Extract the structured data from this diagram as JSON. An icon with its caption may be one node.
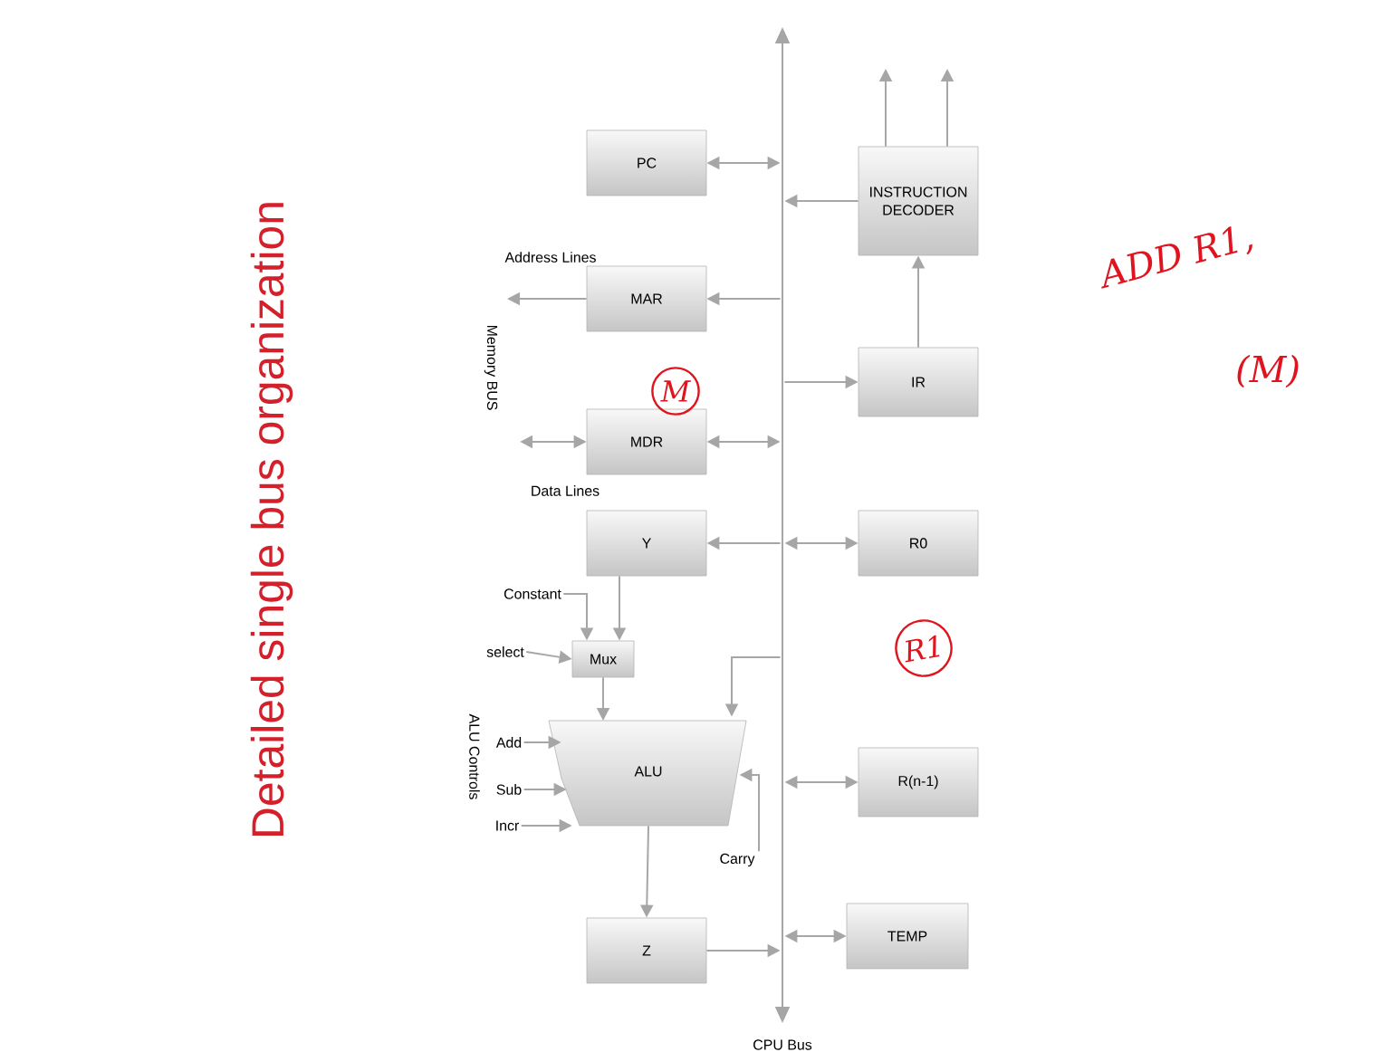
{
  "diagram": {
    "title": "Detailed single bus organization",
    "nodes": [
      {
        "text": [
          "PC"
        ]
      },
      {
        "text": [
          "INSTRUCTION DECODER"
        ]
      },
      {
        "text": [
          "MAR"
        ]
      },
      {
        "text": [
          "IR"
        ]
      },
      {
        "text": [
          "MDR"
        ]
      },
      {
        "text": [
          "Y"
        ]
      },
      {
        "text": [
          "R0"
        ]
      },
      {
        "text": [
          "Mux"
        ]
      },
      {
        "text": [
          "ALU"
        ]
      },
      {
        "text": [
          "R(n-1)"
        ]
      },
      {
        "text": [
          "Z"
        ]
      },
      {
        "text": [
          "TEMP"
        ]
      },
      {
        "text": [],
        "shape": "bar",
        "beside": [
          "CPU Bus"
        ]
      },
      {
        "text": [
          "Constant"
        ]
      },
      {
        "text": [
          "select"
        ]
      },
      {
        "text": [
          "Add"
        ]
      },
      {
        "text": [
          "Sub"
        ]
      },
      {
        "text": [
          "Incr"
        ]
      },
      {
        "text": [
          "Carry"
        ]
      }
    ],
    "edges": [
      {
        "from": 0,
        "to": 12,
        "arrow": "both"
      },
      {
        "from": 1,
        "to": 12,
        "arrow": "to"
      },
      {
        "from": 12,
        "to": 2,
        "arrow": "to"
      },
      {
        "from": 2,
        "to": null,
        "arrow": "to"
      },
      {
        "from": 12,
        "to": 3,
        "arrow": "to"
      },
      {
        "from": 3,
        "to": 1,
        "arrow": "to"
      },
      {
        "from": 4,
        "to": 12,
        "arrow": "both"
      },
      {
        "from": null,
        "to": 4,
        "arrow": "both"
      },
      {
        "from": 12,
        "to": 5,
        "arrow": "to"
      },
      {
        "from": 12,
        "to": 6,
        "arrow": "both"
      },
      {
        "from": 5,
        "to": 7,
        "arrow": "to"
      },
      {
        "from": 13,
        "to": 7,
        "arrow": "to"
      },
      {
        "from": 14,
        "to": 7,
        "arrow": "to"
      },
      {
        "from": 7,
        "to": 8,
        "arrow": "to"
      },
      {
        "from": 12,
        "to": 8,
        "arrow": "to"
      },
      {
        "from": 15,
        "to": 8,
        "arrow": "to"
      },
      {
        "from": 16,
        "to": 8,
        "arrow": "to"
      },
      {
        "from": 17,
        "to": 8,
        "arrow": "to"
      },
      {
        "from": 18,
        "to": 8,
        "arrow": "to"
      },
      {
        "from": 8,
        "to": 10,
        "arrow": "to"
      },
      {
        "from": 10,
        "to": 12,
        "arrow": "to"
      },
      {
        "from": 12,
        "to": 9,
        "arrow": "both"
      },
      {
        "from": 12,
        "to": 11,
        "arrow": "both"
      },
      {
        "from": 1,
        "to": null,
        "arrow": "to"
      },
      {
        "from": 1,
        "to": null,
        "arrow": "to"
      }
    ],
    "labels": [
      "Address Lines",
      "Memory BUS",
      "Data Lines",
      "ALU Controls",
      "ADD R1,",
      "(M)",
      "M",
      "R1"
    ]
  }
}
